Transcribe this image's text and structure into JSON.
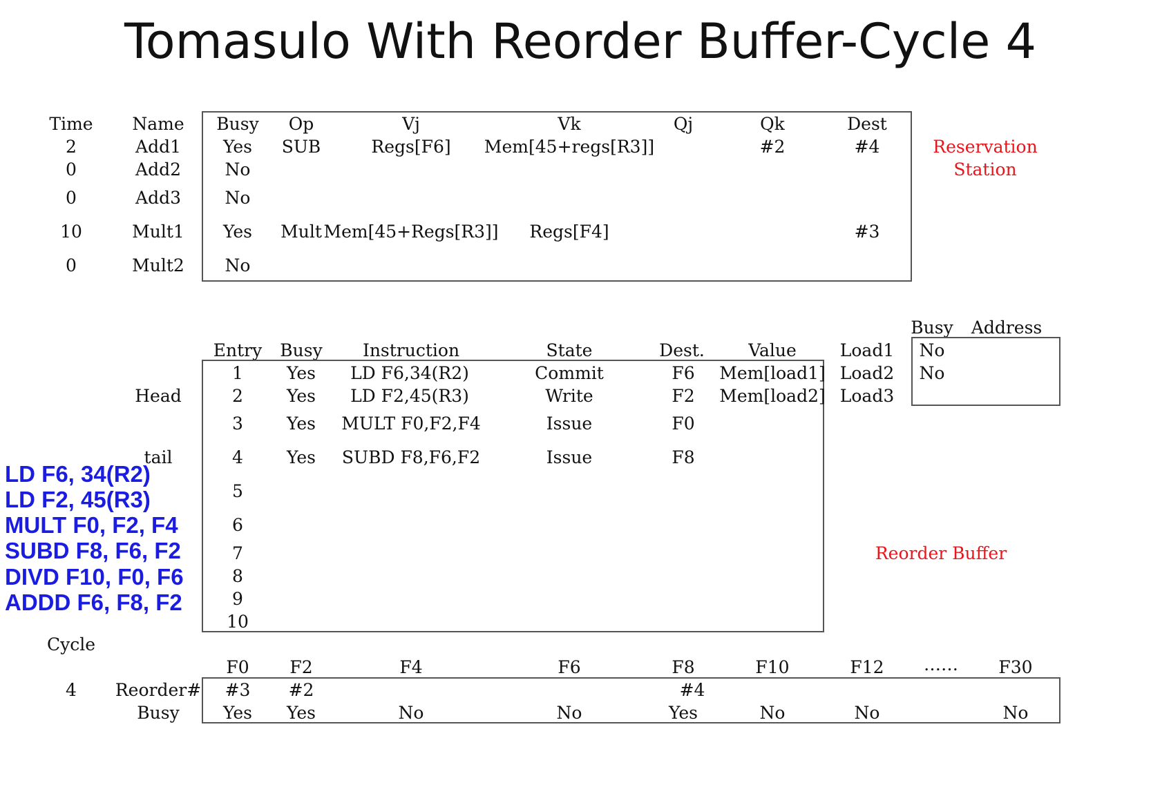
{
  "title": "Tomasulo With Reorder Buffer-Cycle 4",
  "reservation_station": {
    "headers": {
      "time": "Time",
      "name": "Name",
      "busy": "Busy",
      "op": "Op",
      "vj": "Vj",
      "vk": "Vk",
      "qj": "Qj",
      "qk": "Qk",
      "dest": "Dest"
    },
    "rows": [
      {
        "time": "2",
        "name": "Add1",
        "busy": "Yes",
        "op": "SUB",
        "vj": "Regs[F6]",
        "vk": "Mem[45+regs[R3]]",
        "qj": "",
        "qk": "#2",
        "dest": "#4"
      },
      {
        "time": "0",
        "name": "Add2",
        "busy": "No",
        "op": "",
        "vj": "",
        "vk": "",
        "qj": "",
        "qk": "",
        "dest": ""
      },
      {
        "time": "0",
        "name": "Add3",
        "busy": "No",
        "op": "",
        "vj": "",
        "vk": "",
        "qj": "",
        "qk": "",
        "dest": ""
      },
      {
        "time": "10",
        "name": "Mult1",
        "busy": "Yes",
        "op": "Mult",
        "vj": "Mem[45+Regs[R3]]",
        "vk": "Regs[F4]",
        "qj": "",
        "qk": "",
        "dest": "#3"
      },
      {
        "time": "0",
        "name": "Mult2",
        "busy": "No",
        "op": "",
        "vj": "",
        "vk": "",
        "qj": "",
        "qk": "",
        "dest": ""
      }
    ],
    "label_line1": "Reservation",
    "label_line2": "Station"
  },
  "load_buffer": {
    "headers": {
      "busy": "Busy",
      "address": "Address"
    },
    "rows": [
      {
        "name": "Load1",
        "busy": "No",
        "address": ""
      },
      {
        "name": "Load2",
        "busy": "No",
        "address": ""
      },
      {
        "name": "Load3",
        "busy": "",
        "address": ""
      }
    ]
  },
  "reorder_buffer": {
    "headers": {
      "entry": "Entry",
      "busy": "Busy",
      "instruction": "Instruction",
      "state": "State",
      "dest": "Dest.",
      "value": "Value"
    },
    "head_label": "Head",
    "tail_label": "tail",
    "label": "Reorder Buffer",
    "rows": [
      {
        "entry": "1",
        "busy": "Yes",
        "instruction": "LD F6,34(R2)",
        "state": "Commit",
        "dest": "F6",
        "value": "Mem[load1]"
      },
      {
        "entry": "2",
        "busy": "Yes",
        "instruction": "LD F2,45(R3)",
        "state": "Write",
        "dest": "F2",
        "value": "Mem[load2]"
      },
      {
        "entry": "3",
        "busy": "Yes",
        "instruction": "MULT F0,F2,F4",
        "state": "Issue",
        "dest": "F0",
        "value": ""
      },
      {
        "entry": "4",
        "busy": "Yes",
        "instruction": "SUBD F8,F6,F2",
        "state": "Issue",
        "dest": "F8",
        "value": ""
      },
      {
        "entry": "5"
      },
      {
        "entry": "6"
      },
      {
        "entry": "7"
      },
      {
        "entry": "8"
      },
      {
        "entry": "9"
      },
      {
        "entry": "10"
      }
    ]
  },
  "program": [
    "LD F6, 34(R2)",
    "LD F2, 45(R3)",
    "MULT F0, F2, F4",
    "SUBD F8, F6, F2",
    "DIVD F10, F0, F6",
    "ADDD F6, F8, F2"
  ],
  "register_status": {
    "cycle_label": "Cycle",
    "cycle_value": "4",
    "reorder_label": "Reorder#",
    "busy_label": "Busy",
    "ellipsis": "……",
    "registers": [
      {
        "name": "F0",
        "reorder": "#3",
        "busy": "Yes"
      },
      {
        "name": "F2",
        "reorder": "#2",
        "busy": "Yes"
      },
      {
        "name": "F4",
        "reorder": "",
        "busy": "No"
      },
      {
        "name": "F6",
        "reorder": "",
        "busy": "No"
      },
      {
        "name": "F8",
        "reorder": "#4",
        "busy": "Yes"
      },
      {
        "name": "F10",
        "reorder": "",
        "busy": "No"
      },
      {
        "name": "F12",
        "reorder": "",
        "busy": "No"
      },
      {
        "name": "F30",
        "reorder": "",
        "busy": "No"
      }
    ]
  },
  "colors": {
    "label_red": "#e8151b",
    "program_blue": "#1a1de0"
  }
}
